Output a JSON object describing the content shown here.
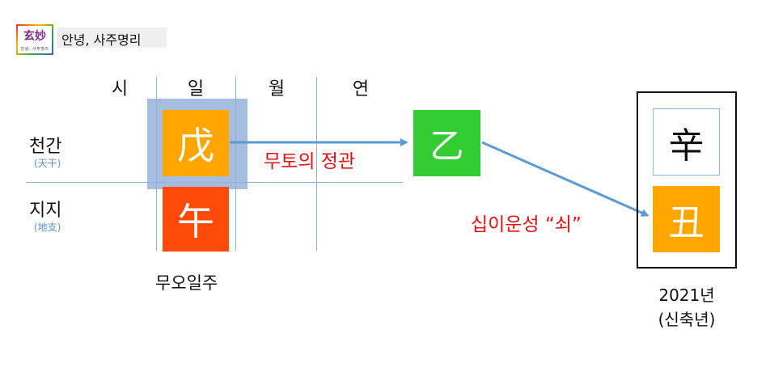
{
  "header": {
    "logo_text": "玄妙",
    "logo_subtext": "안녕, 사주명리",
    "brand_title": "안녕, 사주명리"
  },
  "columns": [
    "시",
    "일",
    "월",
    "연"
  ],
  "rows": {
    "stem": {
      "label": "천간",
      "hanja": "(天干)"
    },
    "branch": {
      "label": "지지",
      "hanja": "(地支)"
    }
  },
  "pillars": {
    "day_stem": "戊",
    "day_branch": "午",
    "month_stem": "乙"
  },
  "annotations": {
    "relation": "무토의 정관",
    "twelve_stage": "십이운성 “쇠”",
    "day_pillar_caption": "무오일주"
  },
  "year_box": {
    "stem": "辛",
    "branch": "丑",
    "year": "2021년",
    "year_name": "(신축년)"
  },
  "colors": {
    "orange": "#ffa500",
    "red_orange": "#ff4a0a",
    "green": "#33cc33",
    "highlight": "#a7bde0",
    "grid_line": "#8db0d8",
    "arrow": "#5b9bd5",
    "label_red": "#e81111"
  }
}
